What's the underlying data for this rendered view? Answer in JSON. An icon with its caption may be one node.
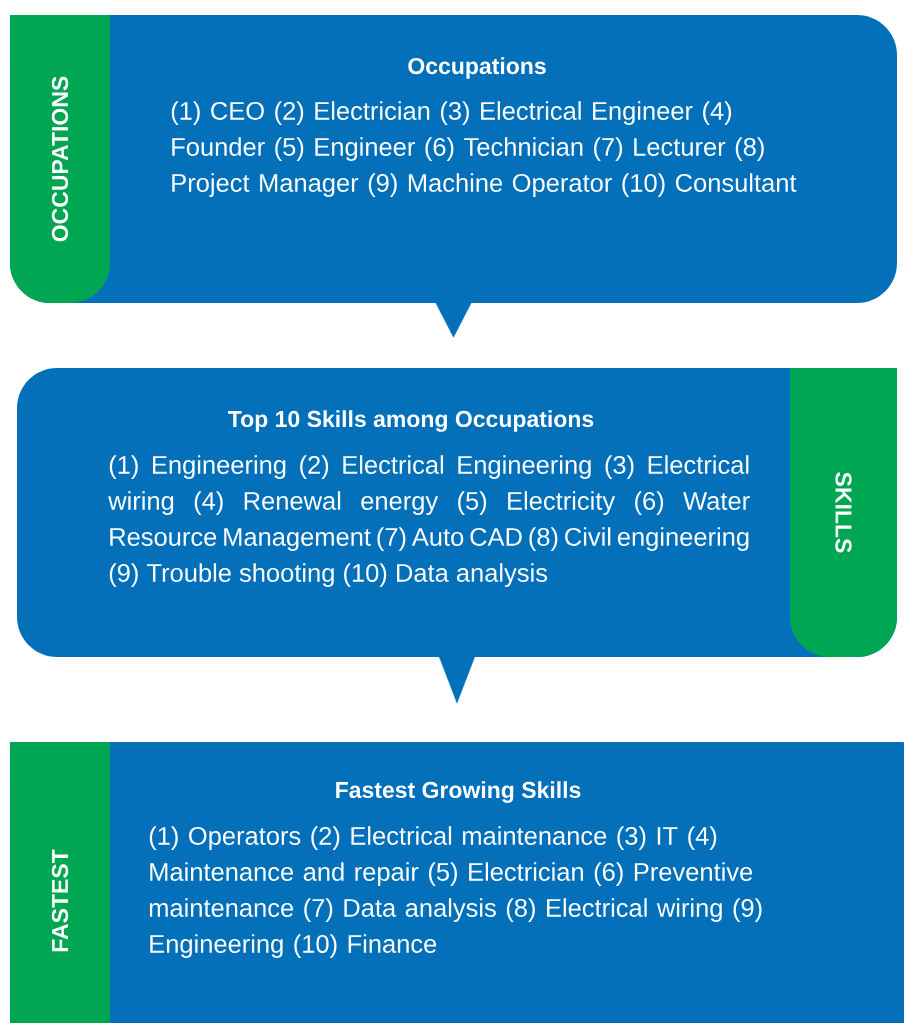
{
  "diagram": {
    "nodes": [
      {
        "text": [
          "Occupations",
          "(1) CEO (2) Electrician (3) Electrical Engineer (4) Founder (5) Engineer (6) Technician (7) Lecturer (8) Project Manager (9) Machine Operator (10) Consultant"
        ]
      },
      {
        "text": [
          "OCCUPATIONS"
        ],
        "in": 0
      },
      {
        "text": [
          "Top 10 Skills among Occupations",
          "(1) Engineering (2) Electrical Engineering (3) Electrical wiring (4) Renewal energy (5) Electricity (6) Water Resource Management (7) Auto CAD (8) Civil engineering (9) Trouble shooting (10) Data analysis"
        ]
      },
      {
        "text": [
          "SKILLS"
        ],
        "in": 2
      },
      {
        "text": [
          "Fastest Growing Skills",
          "(1) Operators (2) Electrical maintenance (3) IT (4) Maintenance and repair (5) Electrician (6) Preventive maintenance (7) Data analysis (8) Electrical wiring (9) Engineering (10) Finance"
        ]
      },
      {
        "text": [
          "FASTEST"
        ],
        "in": 4
      }
    ],
    "edges": [
      {
        "from": 0,
        "to": 2,
        "arrow": "to"
      },
      {
        "from": 2,
        "to": 4,
        "arrow": "to"
      }
    ]
  }
}
